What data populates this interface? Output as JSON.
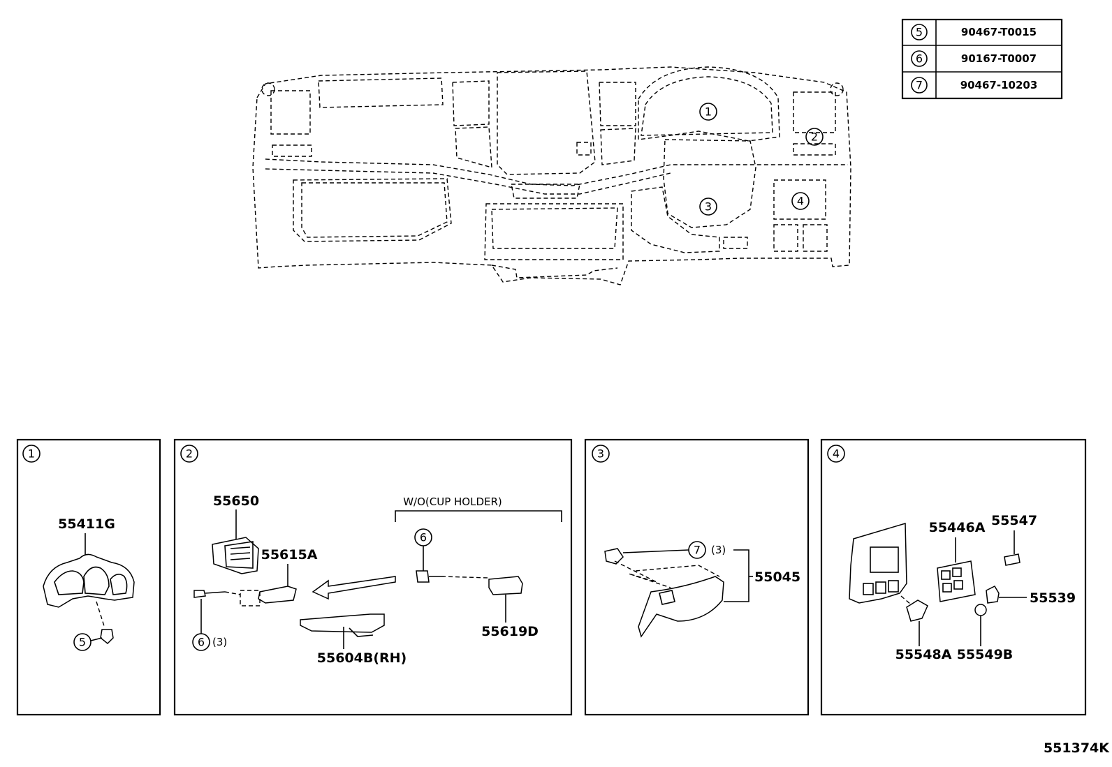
{
  "fastener_table": [
    {
      "ref": "5",
      "part_no": "90467-T0015"
    },
    {
      "ref": "6",
      "part_no": "90167-T0007"
    },
    {
      "ref": "7",
      "part_no": "90467-10203"
    }
  ],
  "overview": {
    "callouts": [
      "1",
      "2",
      "3",
      "4"
    ]
  },
  "panels": [
    {
      "ref": "1",
      "labels": {
        "main": "55411G",
        "fastener": "5"
      }
    },
    {
      "ref": "2",
      "labels": {
        "vent": "55650",
        "bracket": "55615A",
        "screw": "6",
        "screw_qty": "(3)",
        "box": "55604B(RH)",
        "wo_note": "W/O(CUP HOLDER)",
        "screw2": "6",
        "cover": "55619D"
      }
    },
    {
      "ref": "3",
      "labels": {
        "fastener": "7",
        "qty": "(3)",
        "part": "55045"
      }
    },
    {
      "ref": "4",
      "labels": {
        "switch": "55446A",
        "a": "55547",
        "b": "55539",
        "c": "55548A",
        "d": "55549B"
      }
    }
  ],
  "figure_id": "551374K"
}
